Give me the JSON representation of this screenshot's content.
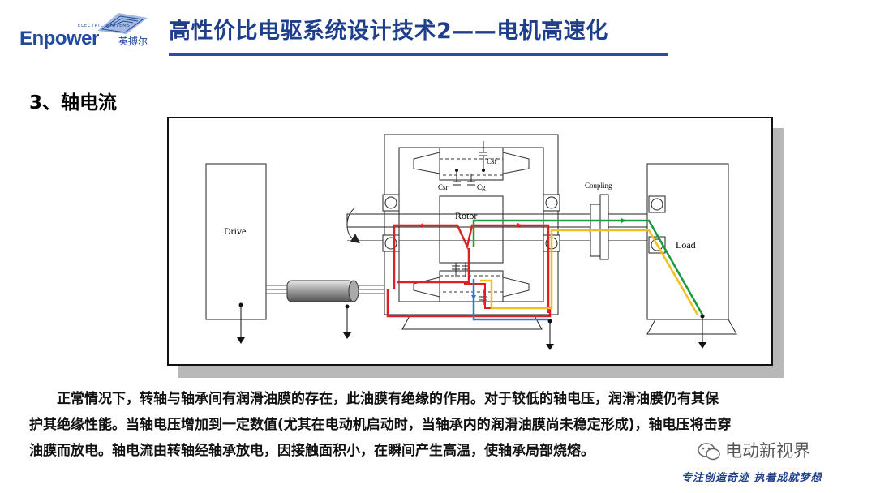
{
  "header": {
    "brand": "Enpower",
    "brand_tagline": "ELECTRIC SYSTEMS",
    "brand_cn": "英搏尔",
    "title": "高性价比电驱系统设计技术2——电机高速化"
  },
  "section_title": "3、轴电流",
  "figure": {
    "labels": {
      "drive": "Drive",
      "rotor": "Rotor",
      "coupling": "Coupling",
      "load": "Load",
      "csf": "Csf",
      "csr": "Csr",
      "cg": "Cg"
    },
    "colors": {
      "red": "#e02020",
      "green": "#1a9a3a",
      "yellow": "#f0c020",
      "blue": "#2a78d0"
    }
  },
  "paragraph": {
    "lines": [
      "正常情况下，转轴与轴承间有润滑油膜的存在，此油膜有绝缘的作用。对于较低的轴电压，润滑油膜仍有其保",
      "护其绝缘性能。当轴电压增加到一定数值(尤其在电动机启动时，当轴承内的润滑油膜尚未稳定形成)，轴电压将击穿",
      "油膜而放电。轴电流由转轴经轴承放电，因接触面积小，在瞬间产生高温，使轴承局部烧熔。"
    ]
  },
  "watermark": "电动新视界",
  "slogan": "专注创造奇迹 执着成就梦想"
}
